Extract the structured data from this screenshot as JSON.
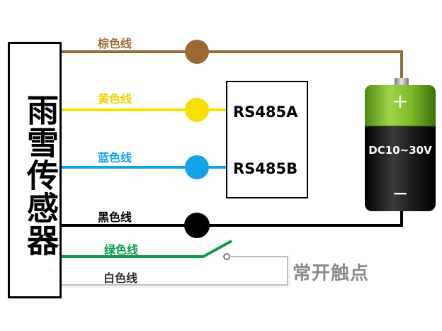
{
  "sensor": {
    "label": "雨雪传感器"
  },
  "wires": {
    "brown": {
      "label": "棕色线",
      "color": "#9a6a36"
    },
    "yellow": {
      "label": "黄色线",
      "color": "#f5e000"
    },
    "blue": {
      "label": "蓝色线",
      "color": "#12a3e8"
    },
    "black": {
      "label": "黑色线",
      "color": "#000000"
    },
    "green": {
      "label": "绿色线",
      "color": "#119a4b"
    },
    "white": {
      "label": "白色线",
      "color": "#cfcfcf"
    }
  },
  "rs485": {
    "a_label": "RS485A",
    "b_label": "RS485B"
  },
  "battery": {
    "voltage": "DC10~30V",
    "plus": "+",
    "minus": "−",
    "top_color": "#7dbb2a",
    "bottom_color": "#111111"
  },
  "contact": {
    "label": "常开触点"
  }
}
